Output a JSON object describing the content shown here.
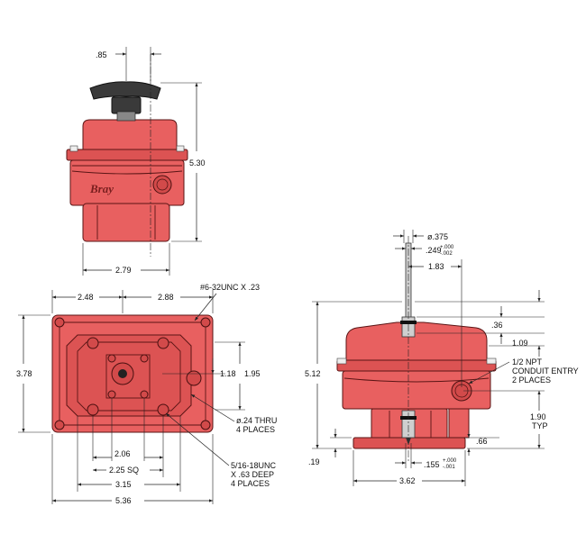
{
  "brand": "Bray",
  "colors": {
    "body": "#e86060",
    "outline": "#5a1515",
    "knob": "#3a3a3a",
    "line": "#222222"
  },
  "front_view": {
    "dim_knob_offset": ".85",
    "dim_height": "5.30",
    "dim_base_width": "2.79"
  },
  "top_view": {
    "dim_left": "2.48",
    "dim_right": "2.88",
    "note_tapped_hole": "#6-32UNC X .23",
    "dim_height": "3.78",
    "dim_inner_1": "1.18",
    "dim_inner_2": "1.95",
    "note_thru_line1": "ø.24 THRU",
    "note_thru_line2": "4 PLACES",
    "dim_bolt_circle": "2.06",
    "dim_square": "2.25 SQ",
    "dim_base": "3.15",
    "dim_overall_width": "5.36",
    "note_thread_line1": "5/16-18UNC",
    "note_thread_line2": "X .63 DEEP",
    "note_thread_line3": "4 PLACES"
  },
  "side_view": {
    "dim_shaft_dia": "ø.375",
    "dim_shaft_tol_value": ".249",
    "dim_shaft_tol_upper": "+.000",
    "dim_shaft_tol_lower": "-.002",
    "dim_shaft_offset": "1.83",
    "dim_top_step": ".36",
    "dim_top_height": "1.09",
    "note_conduit_line1": "1/2 NPT",
    "note_conduit_line2": "CONDUIT ENTRY",
    "note_conduit_line3": "2 PLACES",
    "dim_overall_height": "5.12",
    "dim_lower": "1.90",
    "dim_lower_typ": "TYP",
    "dim_flange_top": ".66",
    "dim_flange": ".19",
    "dim_bore_value": ".155",
    "dim_bore_tol_upper": "+.000",
    "dim_bore_tol_lower": "-.001",
    "dim_base_width": "3.62"
  }
}
